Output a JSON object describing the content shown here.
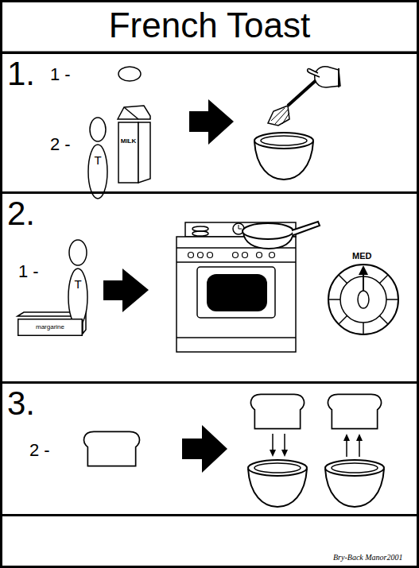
{
  "diagram": {
    "title": "French Toast",
    "nodes": [
      {
        "text": [
          "1."
        ]
      },
      {
        "text": [
          "T"
        ],
        "in": 0
      },
      {
        "text": [
          "MILK"
        ],
        "in": 0
      },
      {
        "text": [
          "2."
        ]
      },
      {
        "text": [
          "T"
        ],
        "in": 3
      },
      {
        "text": [
          "margarine"
        ],
        "in": 3
      },
      {
        "text": [
          "3."
        ]
      }
    ],
    "labels": [
      "1 -",
      "2 -",
      "1 -",
      "MED",
      "2 -",
      "Bry-Back Manor2001"
    ]
  }
}
